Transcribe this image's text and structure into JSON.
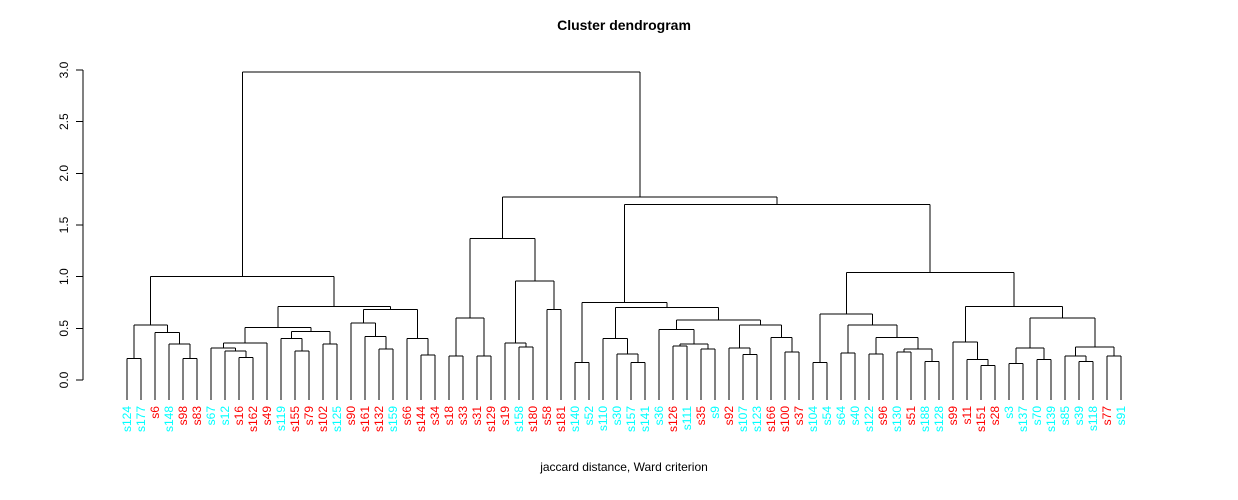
{
  "title": "Cluster dendrogram",
  "xlabel": "jaccard distance, Ward criterion",
  "chart_data": {
    "type": "dendrogram",
    "title": "Cluster dendrogram",
    "xlabel": "jaccard distance, Ward criterion",
    "ylabel": "",
    "ylim": [
      0.0,
      3.0
    ],
    "yticks": [
      "0.0",
      "0.5",
      "1.0",
      "1.5",
      "2.0",
      "2.5",
      "3.0"
    ],
    "grid": false,
    "line_color": "#000000",
    "colors": {
      "cyan": "#00FFFF",
      "red": "#FF0000"
    },
    "leaf_order": [
      "s124",
      "s177",
      "s6",
      "s148",
      "s98",
      "s83",
      "s67",
      "s12",
      "s16",
      "s162",
      "s49",
      "s119",
      "s155",
      "s79",
      "s102",
      "s125",
      "s90",
      "s161",
      "s132",
      "s159",
      "s66",
      "s144",
      "s34",
      "s18",
      "s33",
      "s31",
      "s129",
      "s19",
      "s158",
      "s180",
      "s58",
      "s181",
      "s140",
      "s52",
      "s110",
      "s30",
      "s157",
      "s141",
      "s36",
      "s126",
      "s111",
      "s35",
      "s9",
      "s92",
      "s107",
      "s123",
      "s166",
      "s100",
      "s37",
      "s104",
      "s54",
      "s64",
      "s40",
      "s122",
      "s96",
      "s130",
      "s51",
      "s188",
      "s128",
      "s99",
      "s11",
      "s151",
      "s28",
      "s3",
      "s137",
      "s70",
      "s139",
      "s85",
      "s39",
      "s118",
      "s77",
      "s91"
    ],
    "cyan_leaves": [
      "s124",
      "s177",
      "s148",
      "s67",
      "s12",
      "s119",
      "s125",
      "s159",
      "s158",
      "s140",
      "s52",
      "s110",
      "s30",
      "s157",
      "s141",
      "s36",
      "s111",
      "s9",
      "s107",
      "s123",
      "s104",
      "s54",
      "s64",
      "s40",
      "s122",
      "s130",
      "s188",
      "s128",
      "s3",
      "s137",
      "s70",
      "s139",
      "s85",
      "s39",
      "s118",
      "s91"
    ],
    "red_leaves": [
      "s6",
      "s98",
      "s83",
      "s16",
      "s162",
      "s49",
      "s155",
      "s79",
      "s102",
      "s90",
      "s161",
      "s132",
      "s66",
      "s144",
      "s34",
      "s18",
      "s33",
      "s31",
      "s129",
      "s19",
      "s180",
      "s58",
      "s181",
      "s126",
      "s35",
      "s92",
      "s166",
      "s100",
      "s37",
      "s96",
      "s51",
      "s99",
      "s11",
      "s151",
      "s28",
      "s77"
    ],
    "tree": {
      "h": 2.98,
      "c": [
        {
          "h": 1.0,
          "c": [
            {
              "h": 0.53,
              "c": [
                {
                  "h": 0.21,
                  "c": [
                    "s124",
                    "s177"
                  ]
                },
                {
                  "h": 0.46,
                  "c": [
                    "s6",
                    {
                      "h": 0.35,
                      "c": [
                        "s148",
                        {
                          "h": 0.21,
                          "c": [
                            "s98",
                            "s83"
                          ]
                        }
                      ]
                    }
                  ]
                }
              ]
            },
            {
              "h": 0.71,
              "c": [
                {
                  "h": 0.51,
                  "c": [
                    {
                      "h": 0.36,
                      "c": [
                        {
                          "h": 0.31,
                          "c": [
                            "s67",
                            {
                              "h": 0.28,
                              "c": [
                                "s12",
                                {
                                  "h": 0.22,
                                  "c": [
                                    "s16",
                                    "s162"
                                  ]
                                }
                              ]
                            }
                          ]
                        },
                        "s49"
                      ]
                    },
                    {
                      "h": 0.47,
                      "c": [
                        {
                          "h": 0.4,
                          "c": [
                            "s119",
                            {
                              "h": 0.28,
                              "c": [
                                "s155",
                                "s79"
                              ]
                            }
                          ]
                        },
                        {
                          "h": 0.35,
                          "c": [
                            "s102",
                            "s125"
                          ]
                        }
                      ]
                    }
                  ]
                },
                {
                  "h": 0.68,
                  "c": [
                    {
                      "h": 0.55,
                      "c": [
                        "s90",
                        {
                          "h": 0.42,
                          "c": [
                            "s161",
                            {
                              "h": 0.3,
                              "c": [
                                "s132",
                                "s159"
                              ]
                            }
                          ]
                        }
                      ]
                    },
                    {
                      "h": 0.4,
                      "c": [
                        "s66",
                        {
                          "h": 0.24,
                          "c": [
                            "s144",
                            "s34"
                          ]
                        }
                      ]
                    }
                  ]
                }
              ]
            }
          ]
        },
        {
          "h": 1.77,
          "c": [
            {
              "h": 1.37,
              "c": [
                {
                  "h": 0.6,
                  "c": [
                    {
                      "h": 0.23,
                      "c": [
                        "s18",
                        "s33"
                      ]
                    },
                    {
                      "h": 0.23,
                      "c": [
                        "s31",
                        "s129"
                      ]
                    }
                  ]
                },
                {
                  "h": 0.96,
                  "c": [
                    {
                      "h": 0.36,
                      "c": [
                        "s19",
                        {
                          "h": 0.32,
                          "c": [
                            "s158",
                            "s180"
                          ]
                        }
                      ]
                    },
                    {
                      "h": 0.68,
                      "c": [
                        "s58",
                        "s181"
                      ]
                    }
                  ]
                }
              ]
            },
            {
              "h": 1.7,
              "c": [
                {
                  "h": 0.75,
                  "c": [
                    {
                      "h": 0.17,
                      "c": [
                        "s140",
                        "s52"
                      ]
                    },
                    {
                      "h": 0.7,
                      "c": [
                        {
                          "h": 0.4,
                          "c": [
                            "s110",
                            {
                              "h": 0.25,
                              "c": [
                                "s30",
                                {
                                  "h": 0.17,
                                  "c": [
                                    "s157",
                                    "s141"
                                  ]
                                }
                              ]
                            }
                          ]
                        },
                        {
                          "h": 0.58,
                          "c": [
                            {
                              "h": 0.49,
                              "c": [
                                "s36",
                                {
                                  "h": 0.35,
                                  "c": [
                                    {
                                      "h": 0.33,
                                      "c": [
                                        "s126",
                                        "s111"
                                      ]
                                    },
                                    {
                                      "h": 0.3,
                                      "c": [
                                        "s35",
                                        "s9"
                                      ]
                                    }
                                  ]
                                }
                              ]
                            },
                            {
                              "h": 0.53,
                              "c": [
                                {
                                  "h": 0.31,
                                  "c": [
                                    "s92",
                                    {
                                      "h": 0.245,
                                      "c": [
                                        "s107",
                                        "s123"
                                      ]
                                    }
                                  ]
                                },
                                {
                                  "h": 0.41,
                                  "c": [
                                    "s166",
                                    {
                                      "h": 0.27,
                                      "c": [
                                        "s100",
                                        "s37"
                                      ]
                                    }
                                  ]
                                }
                              ]
                            }
                          ]
                        }
                      ]
                    }
                  ]
                },
                {
                  "h": 1.04,
                  "c": [
                    {
                      "h": 0.64,
                      "c": [
                        {
                          "h": 0.17,
                          "c": [
                            "s104",
                            "s54"
                          ]
                        },
                        {
                          "h": 0.53,
                          "c": [
                            {
                              "h": 0.26,
                              "c": [
                                "s64",
                                "s40"
                              ]
                            },
                            {
                              "h": 0.41,
                              "c": [
                                {
                                  "h": 0.25,
                                  "c": [
                                    "s122",
                                    "s96"
                                  ]
                                },
                                {
                                  "h": 0.3,
                                  "c": [
                                    {
                                      "h": 0.27,
                                      "c": [
                                        "s130",
                                        "s51"
                                      ]
                                    },
                                    {
                                      "h": 0.18,
                                      "c": [
                                        "s188",
                                        "s128"
                                      ]
                                    }
                                  ]
                                }
                              ]
                            }
                          ]
                        }
                      ]
                    },
                    {
                      "h": 0.71,
                      "c": [
                        {
                          "h": 0.37,
                          "c": [
                            "s99",
                            {
                              "h": 0.2,
                              "c": [
                                "s11",
                                {
                                  "h": 0.14,
                                  "c": [
                                    "s151",
                                    "s28"
                                  ]
                                }
                              ]
                            }
                          ]
                        },
                        {
                          "h": 0.6,
                          "c": [
                            {
                              "h": 0.31,
                              "c": [
                                {
                                  "h": 0.16,
                                  "c": [
                                    "s3",
                                    "s137"
                                  ]
                                },
                                {
                                  "h": 0.2,
                                  "c": [
                                    "s70",
                                    "s139"
                                  ]
                                }
                              ]
                            },
                            {
                              "h": 0.32,
                              "c": [
                                {
                                  "h": 0.23,
                                  "c": [
                                    "s85",
                                    {
                                      "h": 0.18,
                                      "c": [
                                        "s39",
                                        "s118"
                                      ]
                                    }
                                  ]
                                },
                                {
                                  "h": 0.23,
                                  "c": [
                                    "s77",
                                    "s91"
                                  ]
                                }
                              ]
                            }
                          ]
                        }
                      ]
                    }
                  ]
                }
              ]
            }
          ]
        }
      ]
    }
  }
}
